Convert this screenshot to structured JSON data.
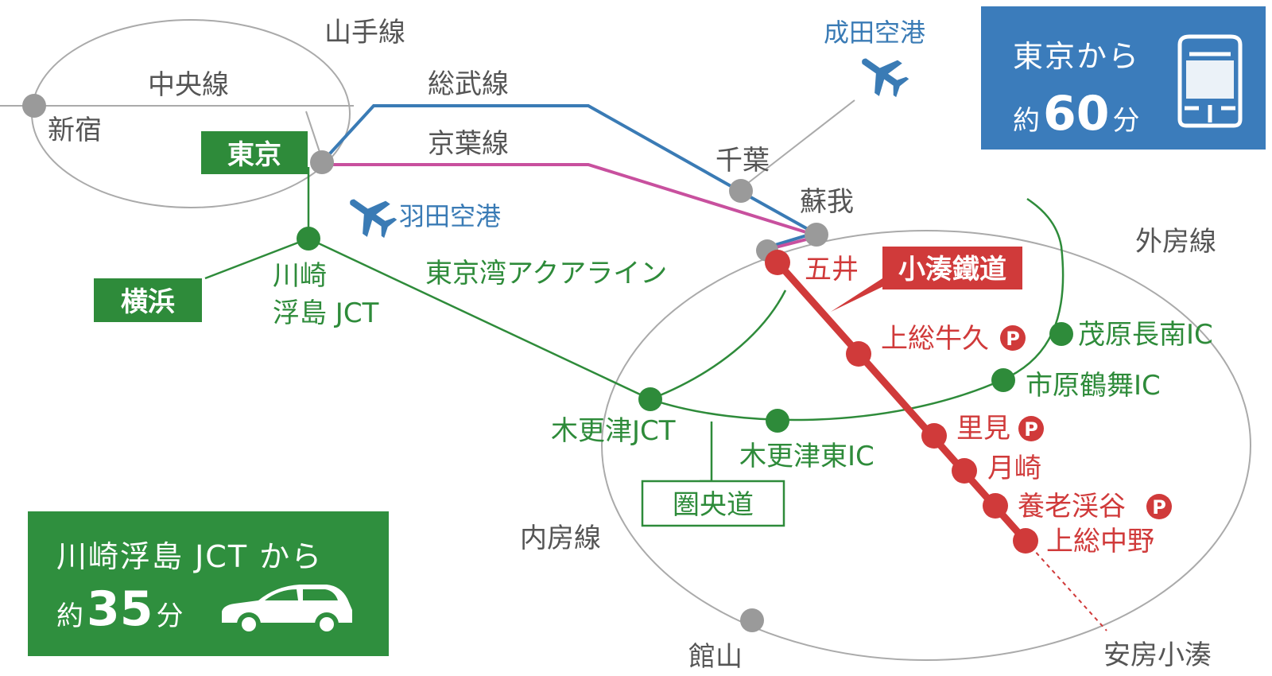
{
  "lines": {
    "yamanote": "山手線",
    "chuo": "中央線",
    "sobu": "総武線",
    "keiyo": "京葉線",
    "aqualine": "東京湾アクアライン",
    "sotobo": "外房線",
    "uchibo": "内房線",
    "kominato_badge": "小湊鐵道",
    "kenodo_badge": "圏央道"
  },
  "cities": {
    "tokyo": "東京",
    "yokohama": "横浜"
  },
  "stations": {
    "shinjuku": "新宿",
    "chiba": "千葉",
    "soga": "蘇我",
    "goi": "五井",
    "kazusa_ushiku": "上総牛久",
    "satomi": "里見",
    "tsukizaki": "月崎",
    "yoro_keikoku": "養老渓谷",
    "kazusa_nakano": "上総中野",
    "awa_kominato": "安房小湊",
    "tateyama": "館山"
  },
  "road_points": {
    "kawasaki_jct_line1": "川崎",
    "kawasaki_jct_line2": "浮島 JCT",
    "kisarazu_jct": "木更津JCT",
    "kisarazu_higashi_ic": "木更津東IC",
    "ichihara_tsurumai_ic": "市原鶴舞IC",
    "mobara_chonan_ic": "茂原長南IC"
  },
  "airports": {
    "narita": "成田空港",
    "haneda": "羽田空港"
  },
  "parking_mark": "P",
  "train_info": {
    "from": "東京から",
    "prefix": "約",
    "minutes": "60",
    "unit": "分"
  },
  "car_info": {
    "from": "川崎浮島 JCT から",
    "prefix": "約",
    "minutes": "35",
    "unit": "分"
  },
  "colors": {
    "sobu": "#3a7bb5",
    "keiyo": "#c8509e",
    "road": "#2e8b3a",
    "kominato": "#d03a3a",
    "station_gray": "#9a9a9a",
    "train_box": "#3b7cbb",
    "car_box": "#2f8f3e"
  }
}
